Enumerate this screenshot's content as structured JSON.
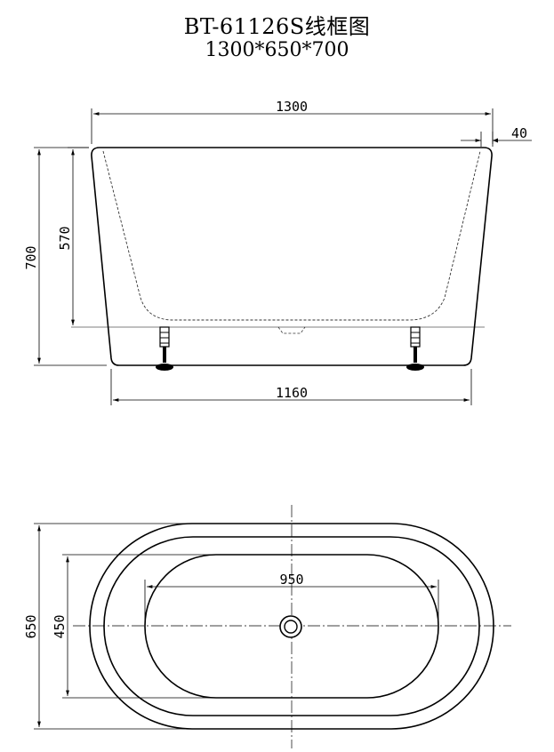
{
  "drawing": {
    "title": "BT-61126S线框图",
    "subtitle": "1300*650*700"
  },
  "side_view": {
    "width_top": "1300",
    "rim": "40",
    "height_total": "700",
    "height_inner": "570",
    "width_bottom": "1160"
  },
  "top_view": {
    "width": "650",
    "inner_width": "450",
    "inner_length": "950"
  }
}
